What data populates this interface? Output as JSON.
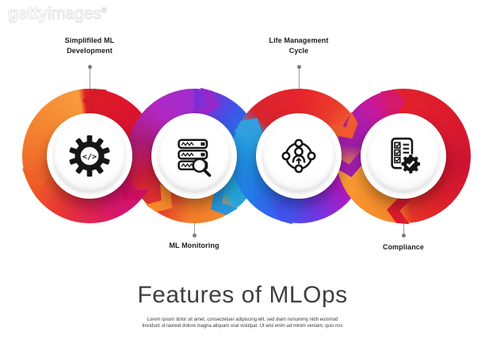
{
  "watermark": {
    "brand_bold": "getty",
    "brand_light": "images",
    "registered": "®"
  },
  "diagram": {
    "features": [
      {
        "label": "Simplifiled ML Development",
        "label_position": "top",
        "icon": "gear-code-icon"
      },
      {
        "label": "ML Monitoring",
        "label_position": "bottom",
        "icon": "server-search-icon"
      },
      {
        "label": "Life Management Cycle",
        "label_position": "top",
        "icon": "user-network-icon"
      },
      {
        "label": "Compliance",
        "label_position": "bottom",
        "icon": "checklist-gear-icon"
      }
    ],
    "palette": {
      "orange": "#f5872f",
      "red": "#e01d26",
      "crimson": "#d30d45",
      "magenta": "#d31170",
      "pink": "#d4196b",
      "purple": "#9a2bc8",
      "violet": "#7f2ed6",
      "blue": "#1f7ce2",
      "light_blue": "#2ba4d4",
      "royal_blue": "#4153ee",
      "icon_ink": "#161616"
    }
  },
  "footer": {
    "title": "Features of MLOps",
    "description": "Lorem ipsum dolor sit amet, consectetuer adipiscing elit, sed diam nonummy nibh euismod tincidunt ut laoreet dolore magna aliquam erat volutpat. Ut wisi enim ad minim veniam, quis nos"
  }
}
